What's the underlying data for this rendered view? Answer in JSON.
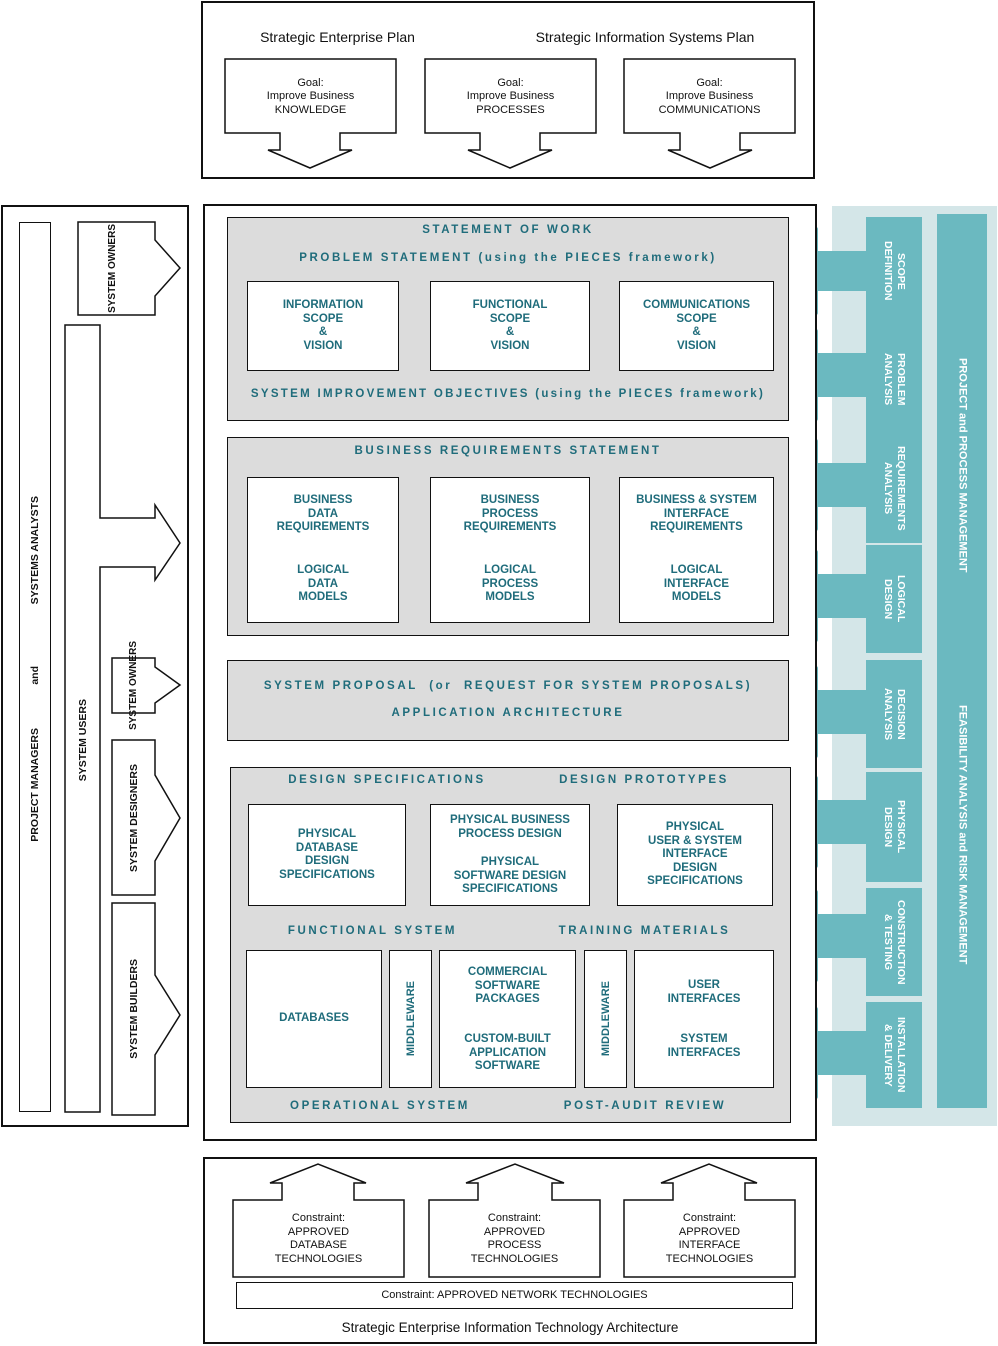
{
  "top": {
    "left_heading": "Strategic Enterprise Plan",
    "right_heading": "Strategic Information Systems Plan",
    "goals": [
      "Goal:\nImprove Business\nKNOWLEDGE",
      "Goal:\nImprove Business\nPROCESSES",
      "Goal:\nImprove Business\nCOMMUNICATIONS"
    ]
  },
  "left_panel": {
    "pm_label": "PROJECT MANAGERS",
    "and_label": "and",
    "sa_label": "SYSTEMS ANALYSTS",
    "system_users": "SYSTEM USERS",
    "system_owners_top": "SYSTEM\nOWNERS",
    "system_owners_mid": "SYSTEM\nOWNERS",
    "system_designers": "SYSTEM DESIGNERS",
    "system_builders": "SYSTEM BUILDERS"
  },
  "sow": {
    "title": "STATEMENT OF WORK",
    "problem": "PROBLEM STATEMENT (using the PIECES framework)",
    "boxes": [
      "INFORMATION\nSCOPE\n&\nVISION",
      "FUNCTIONAL\nSCOPE\n&\nVISION",
      "COMMUNICATIONS\nSCOPE\n&\nVISION"
    ],
    "objectives": "SYSTEM IMPROVEMENT OBJECTIVES (using the PIECES framework)"
  },
  "brs": {
    "title": "BUSINESS REQUIREMENTS STATEMENT",
    "boxes": [
      {
        "top": "BUSINESS\nDATA\nREQUIREMENTS",
        "bottom": "LOGICAL\nDATA\nMODELS"
      },
      {
        "top": "BUSINESS\nPROCESS\nREQUIREMENTS",
        "bottom": "LOGICAL\nPROCESS\nMODELS"
      },
      {
        "top": "BUSINESS & SYSTEM\nINTERFACE\nREQUIREMENTS",
        "bottom": "LOGICAL\nINTERFACE\nMODELS"
      }
    ]
  },
  "proposal": {
    "line1": "SYSTEM PROPOSAL  (or  REQUEST FOR SYSTEM PROPOSALS)",
    "line2": "APPLICATION ARCHITECTURE"
  },
  "design": {
    "specs": "DESIGN SPECIFICATIONS",
    "prototypes": "DESIGN PROTOTYPES",
    "box1": "PHYSICAL\nDATABASE\nDESIGN\nSPECIFICATIONS",
    "box2_top": "PHYSICAL BUSINESS\nPROCESS DESIGN",
    "box2_bottom": "PHYSICAL\nSOFTWARE DESIGN\nSPECIFICATIONS",
    "box3": "PHYSICAL\nUSER & SYSTEM\nINTERFACE\nDESIGN\nSPECIFICATIONS",
    "functional": "FUNCTIONAL SYSTEM",
    "training": "TRAINING MATERIALS",
    "databases": "DATABASES",
    "middleware1": "MIDDLEWARE",
    "packages_top": "COMMERCIAL\nSOFTWARE\nPACKAGES",
    "packages_bottom": "CUSTOM-BUILT\nAPPLICATION\nSOFTWARE",
    "middleware2": "MIDDLEWARE",
    "interfaces_top": "USER\nINTERFACES",
    "interfaces_bottom": "SYSTEM\nINTERFACES",
    "operational": "OPERATIONAL SYSTEM",
    "postaudit": "POST-AUDIT REVIEW"
  },
  "phases": [
    "SCOPE\nDEFINITION",
    "PROBLEM\nANALYSIS",
    "REQUIREMENTS\nANALYSIS",
    "LOGICAL\nDESIGN",
    "DECISION\nANALYSIS",
    "PHYSICAL\nDESIGN",
    "CONSTRUCTION\n& TESTING",
    "INSTALLATION\n& DELIVERY"
  ],
  "right_bar": {
    "upper": "PROJECT and PROCESS MANAGEMENT",
    "lower": "FEASIBILITY ANALYSIS and RISK MANAGEMENT"
  },
  "bottom": {
    "constraints": [
      "Constraint:\nAPPROVED\nDATABASE\nTECHNOLOGIES",
      "Constraint:\nAPPROVED\nPROCESS\nTECHNOLOGIES",
      "Constraint:\nAPPROVED\nINTERFACE\nTECHNOLOGIES"
    ],
    "network": "Constraint: APPROVED NETWORK TECHNOLOGIES",
    "caption": "Strategic Enterprise Information Technology Architecture"
  },
  "colors": {
    "teal": "#6bb9c0",
    "teal_bg": "#d4e6e8",
    "teal_text": "#1f6c7b",
    "gray_panel": "#dcdcdc"
  }
}
